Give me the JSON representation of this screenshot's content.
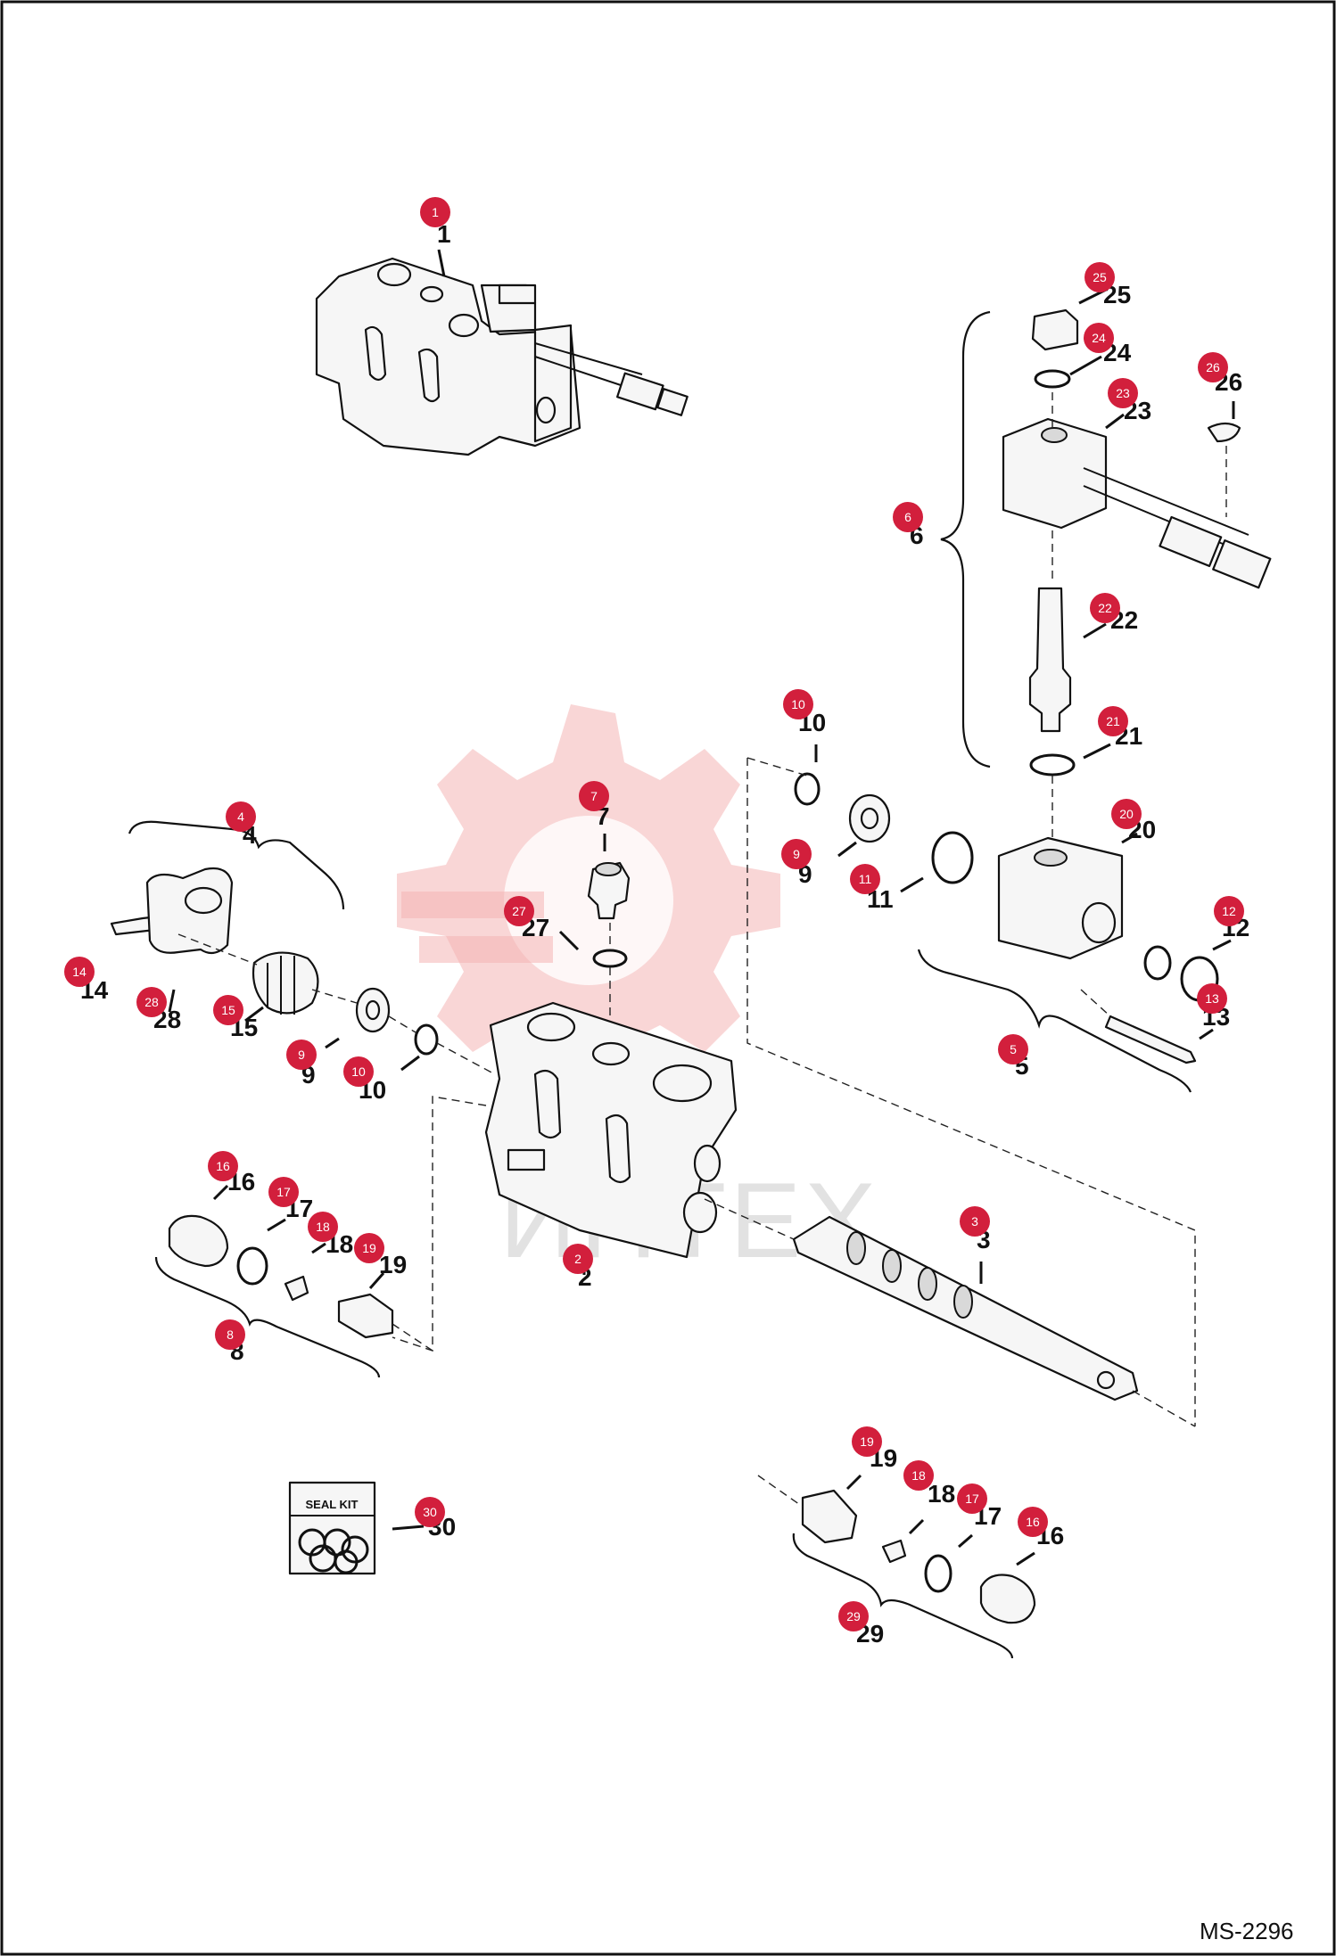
{
  "document": {
    "id": "MS-2296",
    "seal_kit_label": "SEAL KIT",
    "watermark_text": "ИНТЕХ"
  },
  "colors": {
    "badge": "#d21f3c",
    "watermark": "#f4b4b4",
    "line": "#111111"
  },
  "callouts": [
    {
      "no": "1",
      "text": "1"
    },
    {
      "no": "2",
      "text": "2"
    },
    {
      "no": "3",
      "text": "3"
    },
    {
      "no": "4",
      "text": "4"
    },
    {
      "no": "5",
      "text": "5"
    },
    {
      "no": "6",
      "text": "6"
    },
    {
      "no": "7",
      "text": "7"
    },
    {
      "no": "8",
      "text": "8"
    },
    {
      "no": "9",
      "text": "9"
    },
    {
      "no": "9",
      "text": "9"
    },
    {
      "no": "10",
      "text": "10"
    },
    {
      "no": "10",
      "text": "10"
    },
    {
      "no": "11",
      "text": "11"
    },
    {
      "no": "12",
      "text": "12"
    },
    {
      "no": "13",
      "text": "13"
    },
    {
      "no": "14",
      "text": "14"
    },
    {
      "no": "15",
      "text": "15"
    },
    {
      "no": "16",
      "text": "16"
    },
    {
      "no": "16",
      "text": "16"
    },
    {
      "no": "17",
      "text": "17"
    },
    {
      "no": "17",
      "text": "17"
    },
    {
      "no": "18",
      "text": "18"
    },
    {
      "no": "18",
      "text": "18"
    },
    {
      "no": "19",
      "text": "19"
    },
    {
      "no": "19",
      "text": "19"
    },
    {
      "no": "20",
      "text": "20"
    },
    {
      "no": "21",
      "text": "21"
    },
    {
      "no": "22",
      "text": "22"
    },
    {
      "no": "23",
      "text": "23"
    },
    {
      "no": "24",
      "text": "24"
    },
    {
      "no": "25",
      "text": "25"
    },
    {
      "no": "26",
      "text": "26"
    },
    {
      "no": "27",
      "text": "27"
    },
    {
      "no": "28",
      "text": "28"
    },
    {
      "no": "29",
      "text": "29"
    },
    {
      "no": "30",
      "text": "30"
    }
  ]
}
